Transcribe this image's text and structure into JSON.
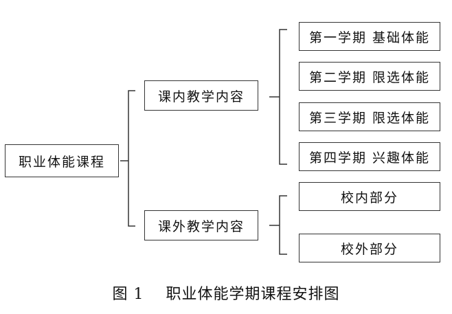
{
  "root": "职业体能课程",
  "branches": [
    {
      "label": "课内教学内容",
      "children": [
        "第一学期 基础体能",
        "第二学期 限选体能",
        "第三学期 限选体能",
        "第四学期 兴趣体能"
      ]
    },
    {
      "label": "课外教学内容",
      "children": [
        "校内部分",
        "校外部分"
      ]
    }
  ],
  "caption": {
    "figure_no": "图 1",
    "title": "职业体能学期课程安排图"
  },
  "colors": {
    "line": "#333333",
    "box_border": "#333333",
    "text": "#111111"
  }
}
